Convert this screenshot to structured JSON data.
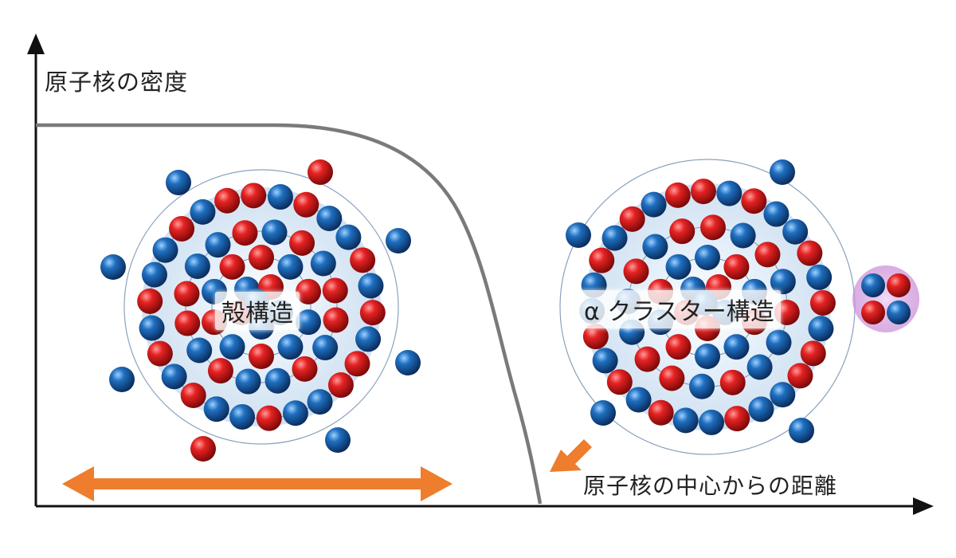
{
  "axes": {
    "y_label": "原子核の密度",
    "x_label": "原子核の中心からの距離"
  },
  "models": {
    "shell": {
      "label": "殻構造"
    },
    "alpha_cluster": {
      "label": "α クラスター構造"
    }
  },
  "colors": {
    "proton": "#d41a1a",
    "neutron": "#1a5ea8",
    "density_curve": "#7a7a7a",
    "arrow": "#ee7d2d",
    "core_glow": "#cfe1f2",
    "cluster_glow": "#c98ad6"
  }
}
